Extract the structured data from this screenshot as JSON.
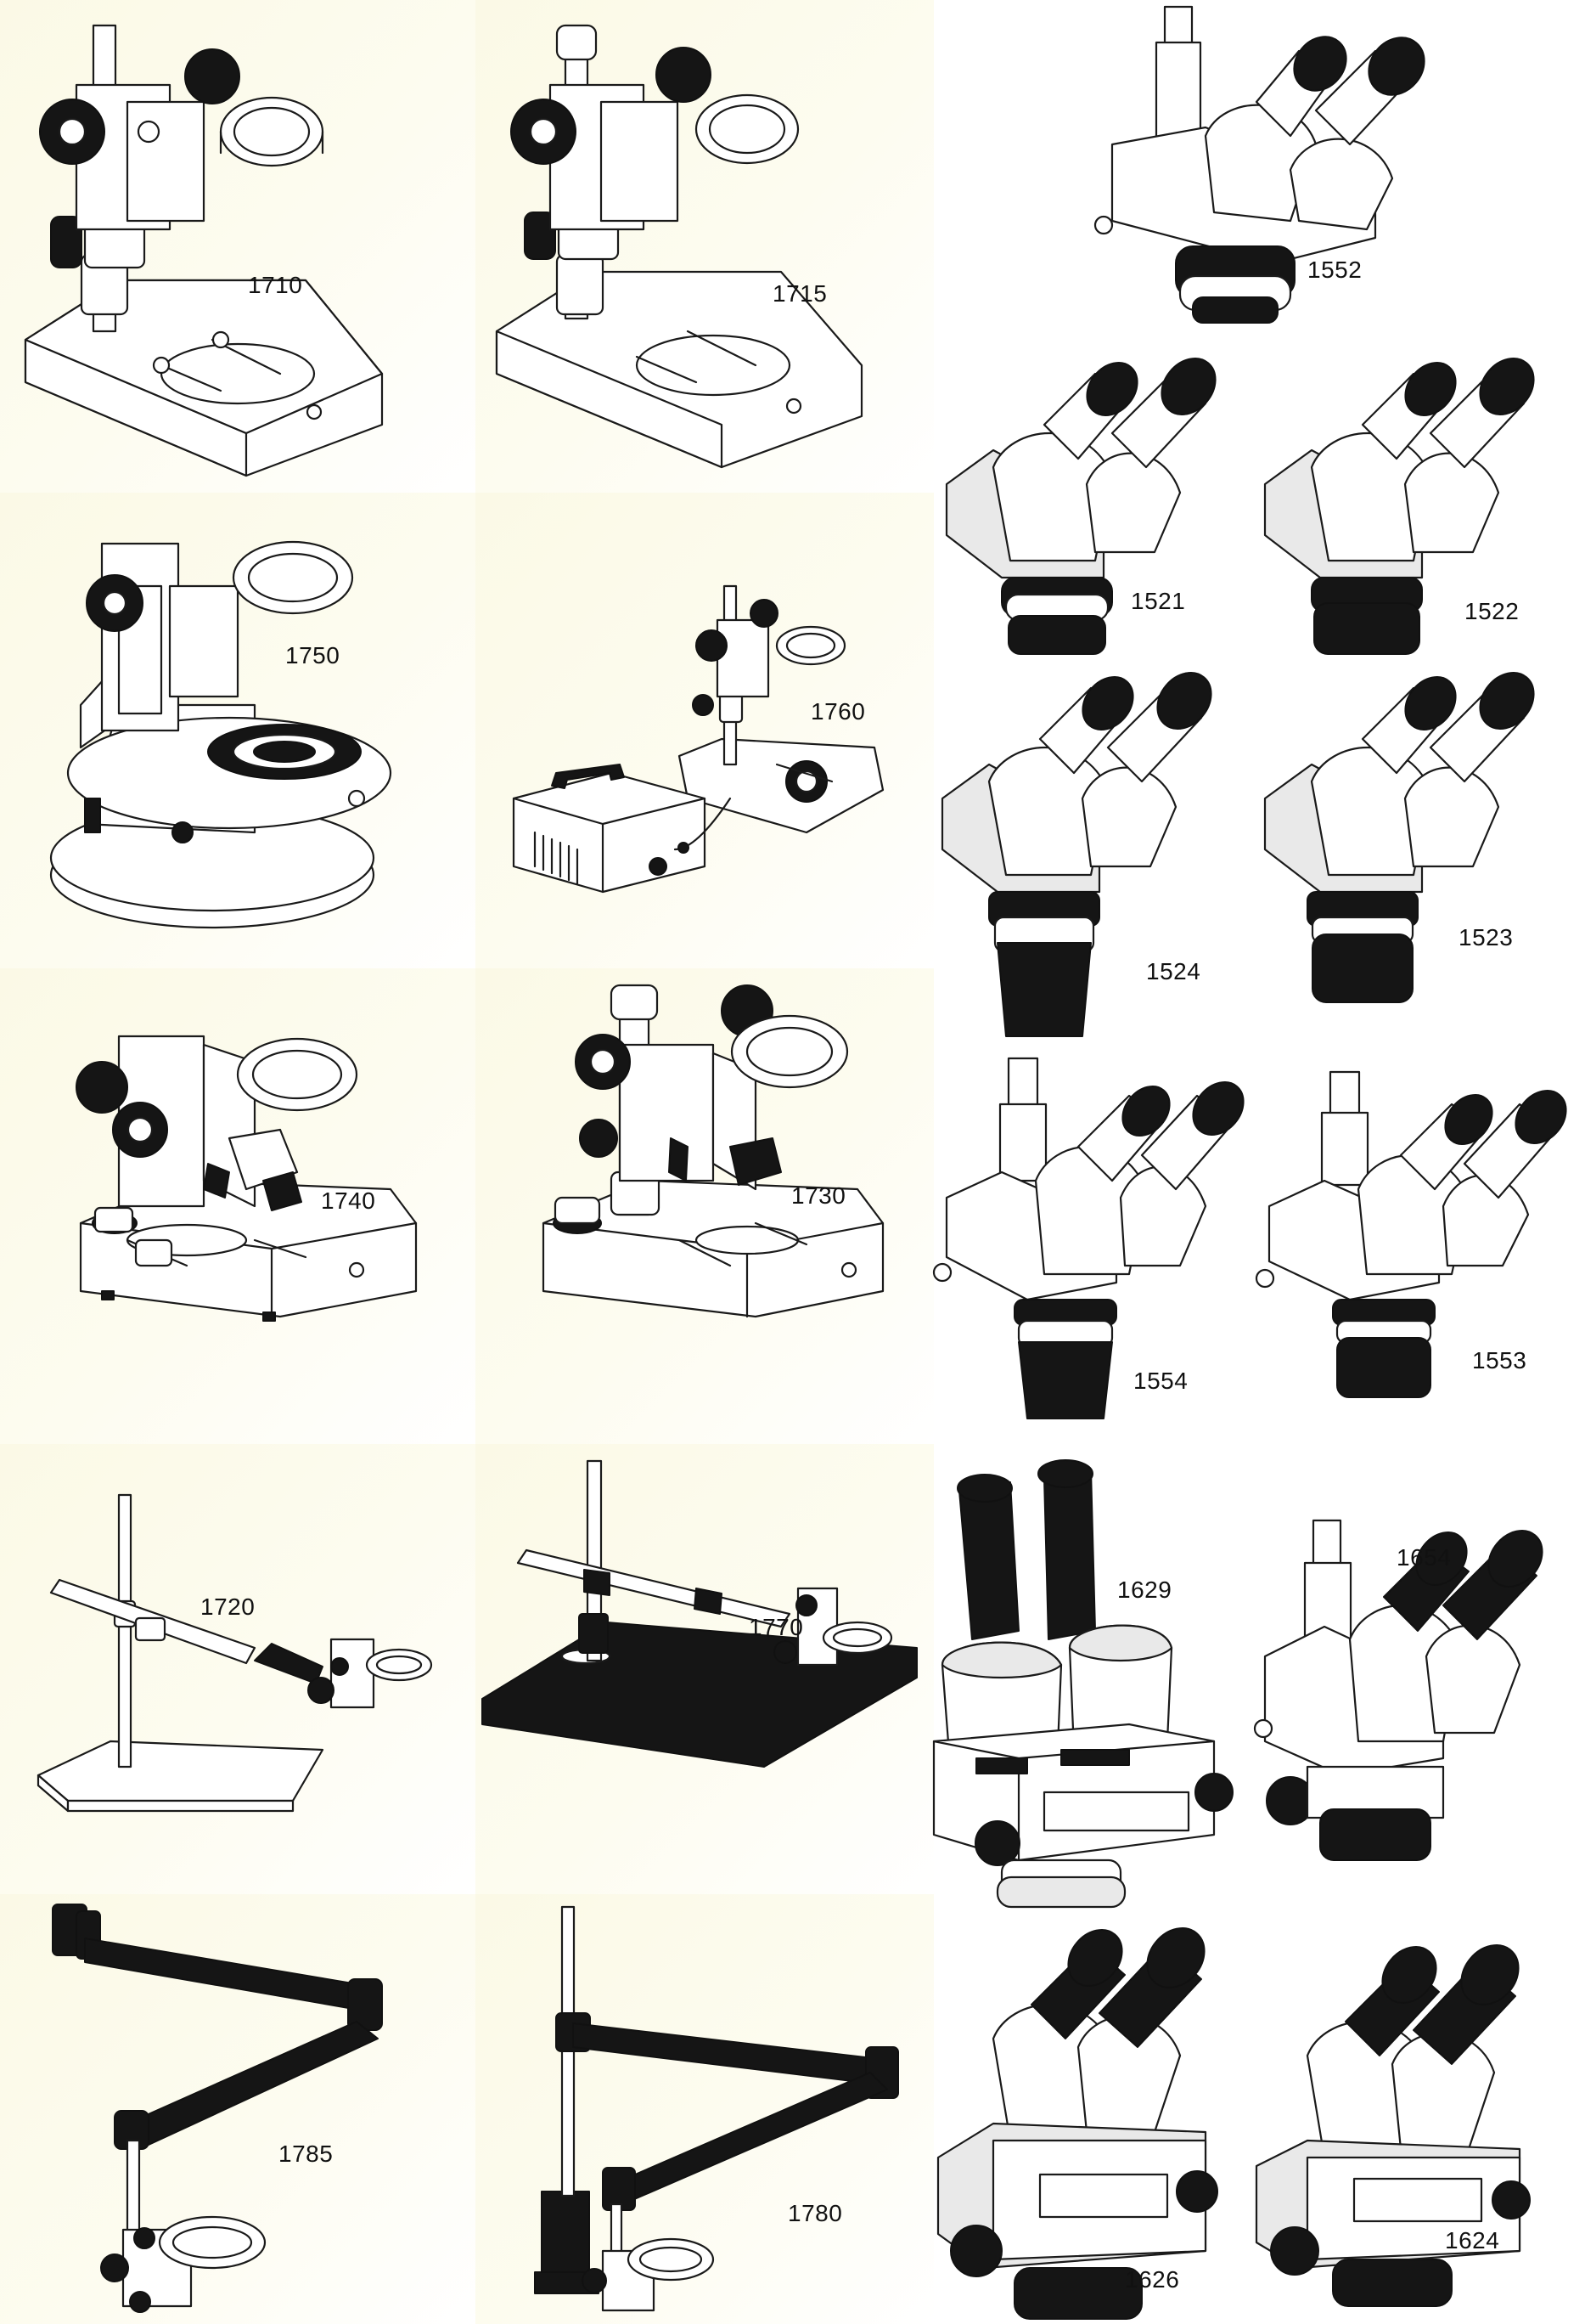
{
  "panels": {
    "p1710": {
      "label": "1710"
    },
    "p1715": {
      "label": "1715"
    },
    "p1750": {
      "label": "1750"
    },
    "p1760": {
      "label": "1760"
    },
    "p1740": {
      "label": "1740"
    },
    "p1730": {
      "label": "1730"
    },
    "p1720": {
      "label": "1720"
    },
    "p1770": {
      "label": "1770"
    },
    "p1785": {
      "label": "1785"
    },
    "p1780": {
      "label": "1780"
    },
    "p1552": {
      "label": "1552"
    },
    "p1521": {
      "label": "1521"
    },
    "p1522": {
      "label": "1522"
    },
    "p1524": {
      "label": "1524"
    },
    "p1523": {
      "label": "1523"
    },
    "p1554": {
      "label": "1554"
    },
    "p1553": {
      "label": "1553"
    },
    "p1629": {
      "label": "1629"
    },
    "p1654": {
      "label": "1654"
    },
    "p1626": {
      "label": "1626"
    },
    "p1624": {
      "label": "1624"
    }
  },
  "colors": {
    "background": "#ffffff",
    "cream": "#fbf9e6",
    "ink": "#1a1a1a",
    "black_part": "#151515"
  },
  "icons": {
    "stand": "microscope-stand-icon",
    "head": "microscope-head-icon",
    "arm": "boom-arm-icon"
  }
}
